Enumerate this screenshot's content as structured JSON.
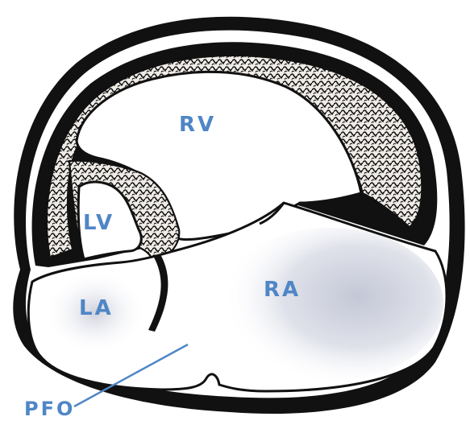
{
  "labels": {
    "rv": "RV",
    "lv": "LV",
    "la": "LA",
    "ra": "RA",
    "pfo": "PFO"
  },
  "colors": {
    "label": "#4f86c6",
    "outline": "#111111",
    "chamber_fill": "#ffffff",
    "atrium_shade": "#cfd2de",
    "myocardium": "#e9e6e1",
    "pointer": "#4f86c6"
  }
}
